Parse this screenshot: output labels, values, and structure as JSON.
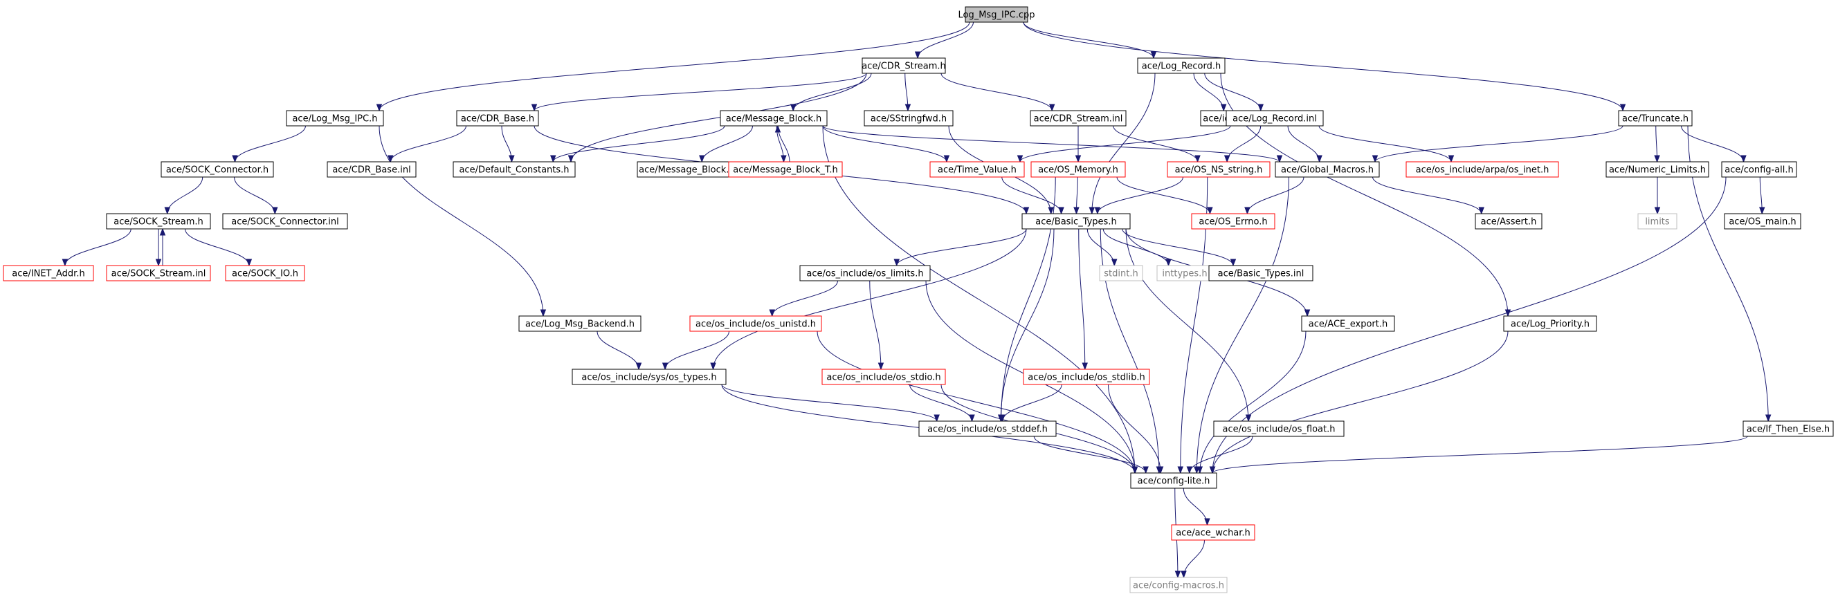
{
  "diagram": {
    "nodes": [
      {
        "id": "n0",
        "label": "Log_Msg_IPC.cpp",
        "style": "root"
      },
      {
        "id": "n1",
        "label": "ace/CDR_Stream.h",
        "style": "black"
      },
      {
        "id": "n2",
        "label": "ace/Log_Record.h",
        "style": "black"
      },
      {
        "id": "n3",
        "label": "ace/Log_Msg_IPC.h",
        "style": "black"
      },
      {
        "id": "n4",
        "label": "ace/CDR_Base.h",
        "style": "black"
      },
      {
        "id": "n5",
        "label": "ace/Message_Block.h",
        "style": "black"
      },
      {
        "id": "n6",
        "label": "ace/SStringfwd.h",
        "style": "black"
      },
      {
        "id": "n7",
        "label": "ace/CDR_Stream.inl",
        "style": "black"
      },
      {
        "id": "n8",
        "label": "ace/iosfwd.h",
        "style": "black"
      },
      {
        "id": "n9",
        "label": "ace/Log_Record.inl",
        "style": "black"
      },
      {
        "id": "n10",
        "label": "ace/Truncate.h",
        "style": "black"
      },
      {
        "id": "n11",
        "label": "ace/SOCK_Connector.h",
        "style": "black"
      },
      {
        "id": "n12",
        "label": "ace/CDR_Base.inl",
        "style": "black"
      },
      {
        "id": "n13",
        "label": "ace/Default_Constants.h",
        "style": "black"
      },
      {
        "id": "n14",
        "label": "ace/Message_Block.inl",
        "style": "black"
      },
      {
        "id": "n15",
        "label": "ace/Message_Block_T.h",
        "style": "red"
      },
      {
        "id": "n16",
        "label": "ace/Time_Value.h",
        "style": "red"
      },
      {
        "id": "n17",
        "label": "ace/OS_Memory.h",
        "style": "red"
      },
      {
        "id": "n18",
        "label": "ace/OS_NS_string.h",
        "style": "red"
      },
      {
        "id": "n19",
        "label": "ace/Global_Macros.h",
        "style": "black"
      },
      {
        "id": "n20",
        "label": "ace/os_include/arpa/os_inet.h",
        "style": "red"
      },
      {
        "id": "n21",
        "label": "ace/Numeric_Limits.h",
        "style": "black"
      },
      {
        "id": "n22",
        "label": "ace/config-all.h",
        "style": "black"
      },
      {
        "id": "n23",
        "label": "ace/SOCK_Stream.h",
        "style": "black"
      },
      {
        "id": "n24",
        "label": "ace/SOCK_Connector.inl",
        "style": "black"
      },
      {
        "id": "n25",
        "label": "ace/Basic_Types.h",
        "style": "black"
      },
      {
        "id": "n26",
        "label": "ace/OS_Errno.h",
        "style": "red"
      },
      {
        "id": "n27",
        "label": "ace/Assert.h",
        "style": "black"
      },
      {
        "id": "n28",
        "label": "limits",
        "style": "grey"
      },
      {
        "id": "n29",
        "label": "ace/OS_main.h",
        "style": "black"
      },
      {
        "id": "n30",
        "label": "ace/INET_Addr.h",
        "style": "red"
      },
      {
        "id": "n31",
        "label": "ace/SOCK_Stream.inl",
        "style": "red"
      },
      {
        "id": "n32",
        "label": "ace/SOCK_IO.h",
        "style": "red"
      },
      {
        "id": "n33",
        "label": "ace/os_include/os_limits.h",
        "style": "black"
      },
      {
        "id": "n34",
        "label": "stdint.h",
        "style": "grey"
      },
      {
        "id": "n35",
        "label": "inttypes.h",
        "style": "grey"
      },
      {
        "id": "n36",
        "label": "ace/Basic_Types.inl",
        "style": "black"
      },
      {
        "id": "n37",
        "label": "ace/Log_Msg_Backend.h",
        "style": "black"
      },
      {
        "id": "n38",
        "label": "ace/os_include/os_unistd.h",
        "style": "red"
      },
      {
        "id": "n39",
        "label": "ace/ACE_export.h",
        "style": "black"
      },
      {
        "id": "n40",
        "label": "ace/Log_Priority.h",
        "style": "black"
      },
      {
        "id": "n41",
        "label": "ace/os_include/sys/os_types.h",
        "style": "black"
      },
      {
        "id": "n42",
        "label": "ace/os_include/os_stdio.h",
        "style": "red"
      },
      {
        "id": "n43",
        "label": "ace/os_include/os_stdlib.h",
        "style": "red"
      },
      {
        "id": "n44",
        "label": "ace/os_include/os_float.h",
        "style": "black"
      },
      {
        "id": "n45",
        "label": "ace/os_include/os_stddef.h",
        "style": "black"
      },
      {
        "id": "n46",
        "label": "ace/If_Then_Else.h",
        "style": "black"
      },
      {
        "id": "n47",
        "label": "ace/config-lite.h",
        "style": "black"
      },
      {
        "id": "n48",
        "label": "ace/ace_wchar.h",
        "style": "red"
      },
      {
        "id": "n49",
        "label": "ace/config-macros.h",
        "style": "grey"
      }
    ],
    "edges": [
      [
        "n0",
        "n1"
      ],
      [
        "n0",
        "n2"
      ],
      [
        "n0",
        "n3"
      ],
      [
        "n0",
        "n10"
      ],
      [
        "n1",
        "n4"
      ],
      [
        "n1",
        "n5"
      ],
      [
        "n1",
        "n6"
      ],
      [
        "n1",
        "n7"
      ],
      [
        "n1",
        "n13"
      ],
      [
        "n2",
        "n8"
      ],
      [
        "n2",
        "n9"
      ],
      [
        "n2",
        "n25"
      ],
      [
        "n2",
        "n40"
      ],
      [
        "n3",
        "n11"
      ],
      [
        "n3",
        "n37"
      ],
      [
        "n4",
        "n12"
      ],
      [
        "n4",
        "n13"
      ],
      [
        "n4",
        "n25"
      ],
      [
        "n5",
        "n13"
      ],
      [
        "n5",
        "n14"
      ],
      [
        "n5",
        "n15"
      ],
      [
        "n5",
        "n16"
      ],
      [
        "n5",
        "n19"
      ],
      [
        "n5",
        "n47"
      ],
      [
        "n15",
        "n5"
      ],
      [
        "n6",
        "n25"
      ],
      [
        "n7",
        "n17"
      ],
      [
        "n7",
        "n18"
      ],
      [
        "n9",
        "n16"
      ],
      [
        "n9",
        "n18"
      ],
      [
        "n9",
        "n19"
      ],
      [
        "n9",
        "n20"
      ],
      [
        "n10",
        "n19"
      ],
      [
        "n10",
        "n21"
      ],
      [
        "n10",
        "n22"
      ],
      [
        "n10",
        "n46"
      ],
      [
        "n11",
        "n23"
      ],
      [
        "n11",
        "n24"
      ],
      [
        "n23",
        "n30"
      ],
      [
        "n23",
        "n31"
      ],
      [
        "n23",
        "n32"
      ],
      [
        "n31",
        "n23"
      ],
      [
        "n16",
        "n25"
      ],
      [
        "n17",
        "n25"
      ],
      [
        "n17",
        "n26"
      ],
      [
        "n17",
        "n45"
      ],
      [
        "n18",
        "n25"
      ],
      [
        "n18",
        "n47"
      ],
      [
        "n19",
        "n26"
      ],
      [
        "n19",
        "n27"
      ],
      [
        "n19",
        "n47"
      ],
      [
        "n21",
        "n28"
      ],
      [
        "n22",
        "n29"
      ],
      [
        "n22",
        "n47"
      ],
      [
        "n25",
        "n33"
      ],
      [
        "n25",
        "n34"
      ],
      [
        "n25",
        "n35"
      ],
      [
        "n25",
        "n36"
      ],
      [
        "n25",
        "n39"
      ],
      [
        "n25",
        "n41"
      ],
      [
        "n25",
        "n43"
      ],
      [
        "n25",
        "n44"
      ],
      [
        "n25",
        "n45"
      ],
      [
        "n25",
        "n47"
      ],
      [
        "n33",
        "n38"
      ],
      [
        "n33",
        "n42"
      ],
      [
        "n33",
        "n47"
      ],
      [
        "n37",
        "n41"
      ],
      [
        "n38",
        "n41"
      ],
      [
        "n38",
        "n47"
      ],
      [
        "n39",
        "n47"
      ],
      [
        "n40",
        "n47"
      ],
      [
        "n41",
        "n45"
      ],
      [
        "n41",
        "n47"
      ],
      [
        "n42",
        "n45"
      ],
      [
        "n42",
        "n47"
      ],
      [
        "n43",
        "n45"
      ],
      [
        "n43",
        "n47"
      ],
      [
        "n44",
        "n47"
      ],
      [
        "n45",
        "n47"
      ],
      [
        "n46",
        "n47"
      ],
      [
        "n47",
        "n48"
      ],
      [
        "n47",
        "n49"
      ],
      [
        "n48",
        "n49"
      ]
    ]
  }
}
